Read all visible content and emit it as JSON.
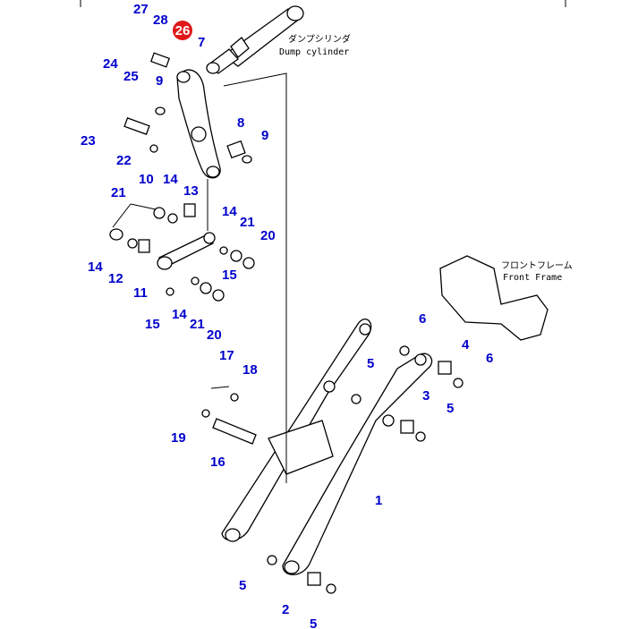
{
  "labels": {
    "dump_cylinder": [
      "ダンプシリンダ",
      "Dump cylinder"
    ],
    "front_frame": [
      "フロントフレーム",
      "Front Frame"
    ],
    "highlight": "26"
  },
  "callouts": [
    "27",
    "28",
    "7",
    "24",
    "25",
    "9",
    "8",
    "9",
    "23",
    "22",
    "10",
    "21",
    "14",
    "13",
    "14",
    "21",
    "20",
    "14",
    "12",
    "11",
    "15",
    "15",
    "14",
    "21",
    "20",
    "17",
    "18",
    "19",
    "16",
    "6",
    "5",
    "4",
    "6",
    "3",
    "5",
    "1",
    "5",
    "2",
    "5"
  ],
  "colors": {
    "callout": "#0000cc",
    "highlight": "#e01818"
  }
}
